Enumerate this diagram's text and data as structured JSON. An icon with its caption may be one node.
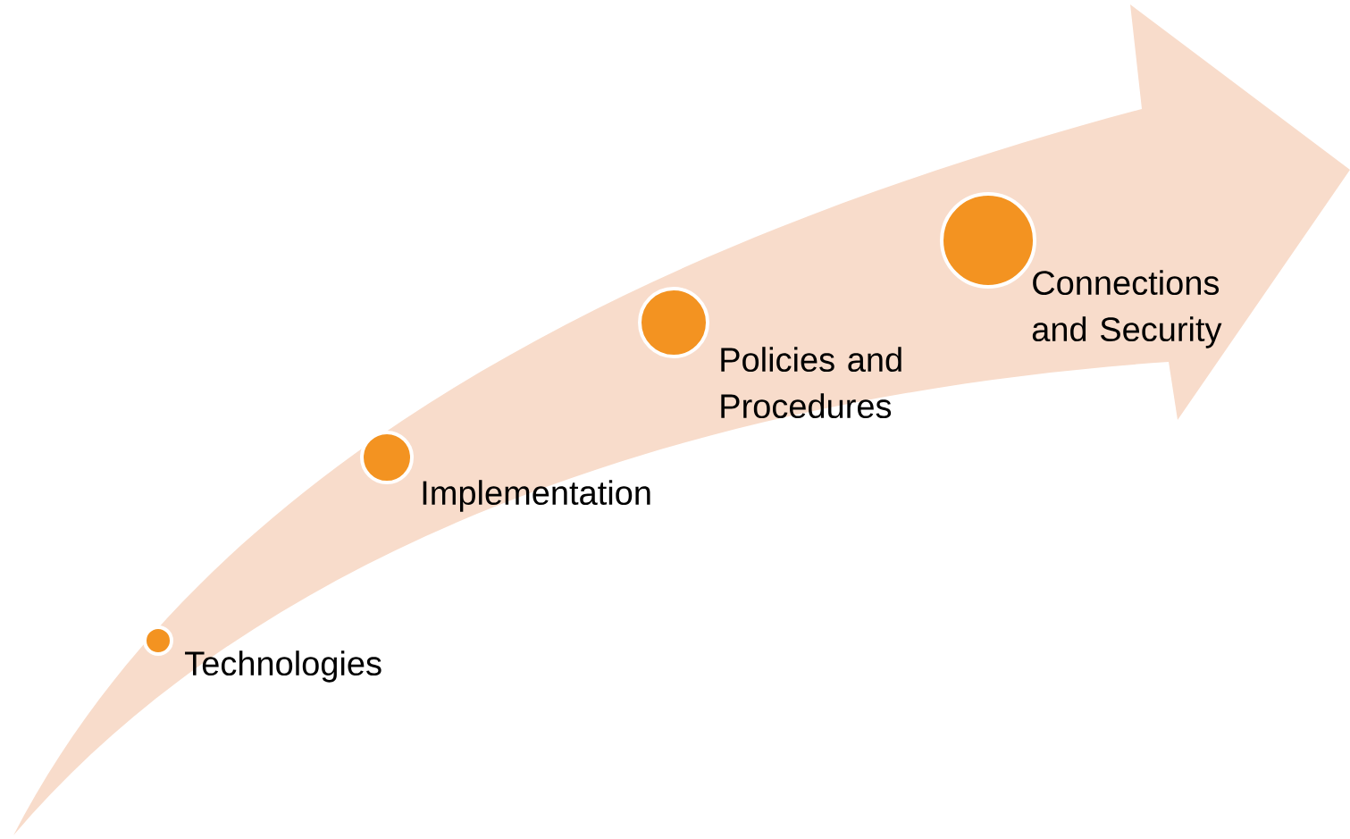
{
  "diagram": {
    "nodes": [
      {
        "text": [],
        "shape": "circle",
        "beside": [
          "Technologies"
        ]
      },
      {
        "text": [],
        "shape": "circle",
        "beside": [
          "Implementation"
        ]
      },
      {
        "text": [],
        "shape": "circle",
        "beside": [
          "Policies and Procedures"
        ]
      },
      {
        "text": [],
        "shape": "circle",
        "beside": [
          "Connections and Security"
        ]
      }
    ]
  }
}
